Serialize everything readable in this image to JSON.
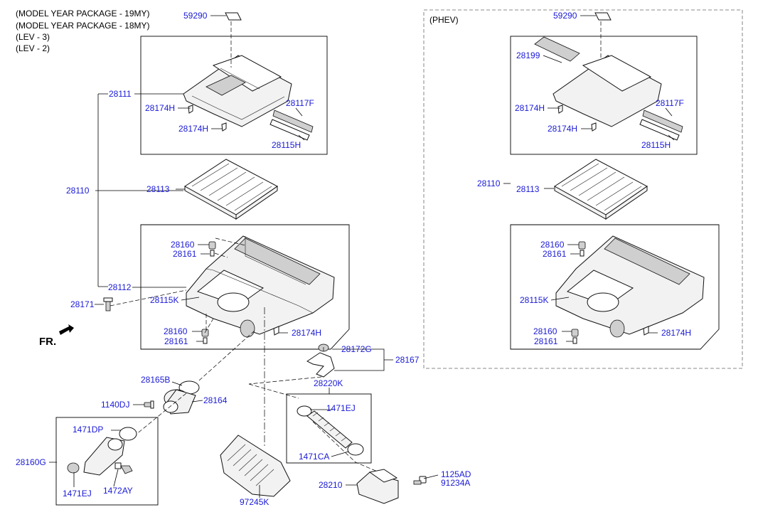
{
  "notes": [
    "(MODEL YEAR PACKAGE - 19MY)",
    "(MODEL YEAR PACKAGE - 18MY)",
    "(LEV - 3)",
    "(LEV - 2)"
  ],
  "phev_label": "(PHEV)",
  "fr_label": "FR.",
  "labels": {
    "p59290": "59290",
    "p28111": "28111",
    "p28174H_a": "28174H",
    "p28174H_b": "28174H",
    "p28117F": "28117F",
    "p28115H": "28115H",
    "p28110": "28110",
    "p28113": "28113",
    "p28160_a": "28160",
    "p28161_a": "28161",
    "p28112": "28112",
    "p28171": "28171",
    "p28115K": "28115K",
    "p28160_b": "28160",
    "p28161_b": "28161",
    "p28174H_c": "28174H",
    "p28172G": "28172G",
    "p28167": "28167",
    "p28220K": "28220K",
    "p28165B": "28165B",
    "p1140DJ": "1140DJ",
    "p28164": "28164",
    "p1471EJ_a": "1471EJ",
    "p1471CA": "1471CA",
    "p1471DP": "1471DP",
    "p28160G": "28160G",
    "p1471EJ_b": "1471EJ",
    "p1472AY": "1472AY",
    "p97245K": "97245K",
    "p28210": "28210",
    "p1125AD": "1125AD",
    "p91234A": "91234A"
  },
  "phev_labels": {
    "p59290": "59290",
    "p28199": "28199",
    "p28174H_a": "28174H",
    "p28117F": "28117F",
    "p28174H_b": "28174H",
    "p28115H": "28115H",
    "p28110": "28110",
    "p28113": "28113",
    "p28160_a": "28160",
    "p28161_a": "28161",
    "p28115K": "28115K",
    "p28160_b": "28160",
    "p28174H_c": "28174H",
    "p28161_b": "28161"
  },
  "colors": {
    "part_number": "#1a1ad6",
    "text": "#000000",
    "lines": "#000000"
  }
}
